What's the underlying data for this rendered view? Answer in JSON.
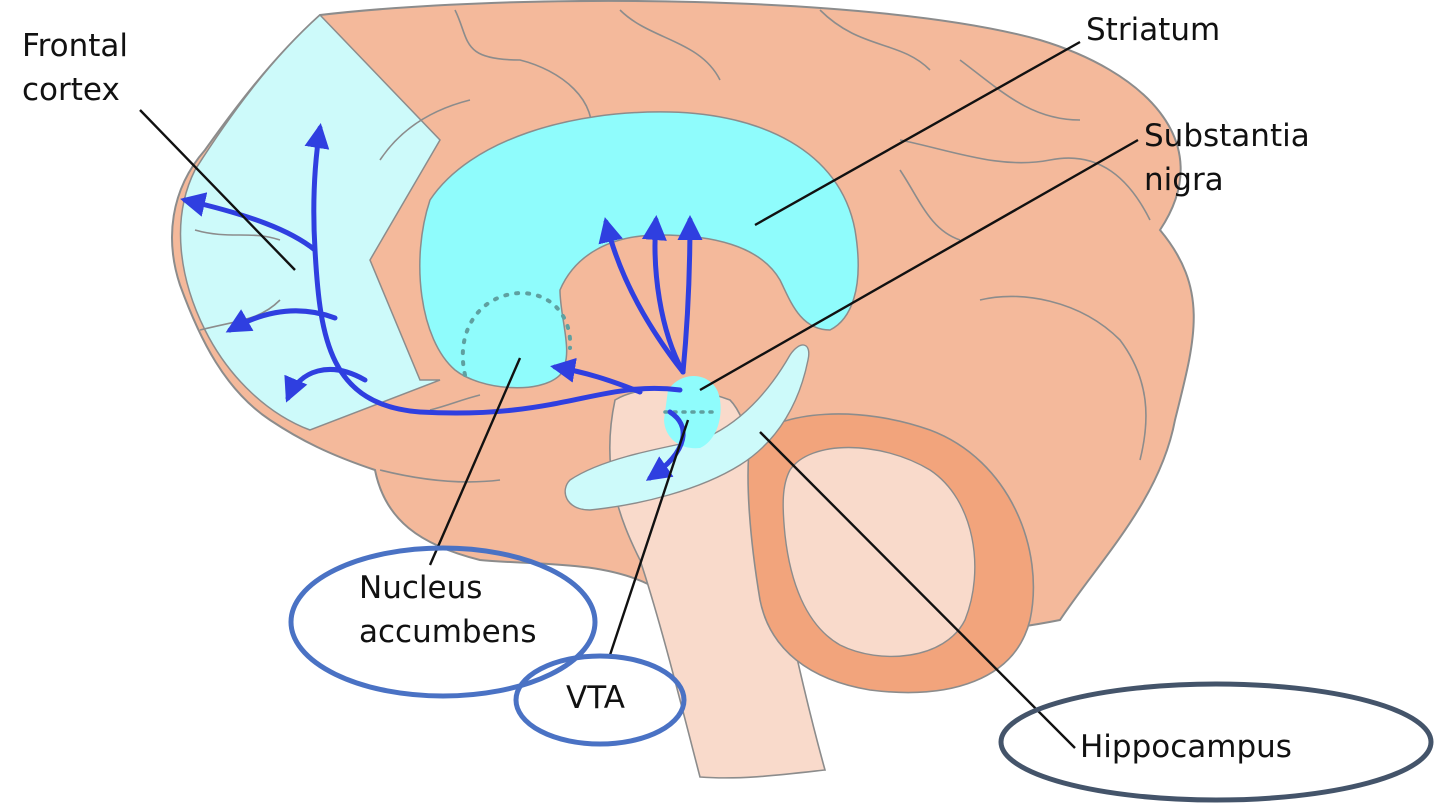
{
  "labels": {
    "frontal_cortex": [
      "Frontal",
      "cortex"
    ],
    "striatum": "Striatum",
    "substantia_nigra": [
      "Substantia",
      "nigra"
    ],
    "nucleus_accumbens": [
      "Nucleus",
      "accumbens"
    ],
    "vta": "VTA",
    "hippocampus": "Hippocampus"
  },
  "colors": {
    "brain_tissue": "#f4b99b",
    "brain_outline": "#8c8c8c",
    "frontal_region": "#cdfafa",
    "striatum": "#8ffcfc",
    "brainstem": "#f9dacb",
    "cerebellum_outer": "#f2a47c",
    "hippocampus": "#cdfafa",
    "dopamine_pathway": "#2f3fe0",
    "highlight_circle": "#4a72c4",
    "highlight_circle_dark": "#44546a",
    "leader_line": "#111111"
  },
  "icons": {
    "pathway_arrowhead": "arrowhead-icon"
  }
}
